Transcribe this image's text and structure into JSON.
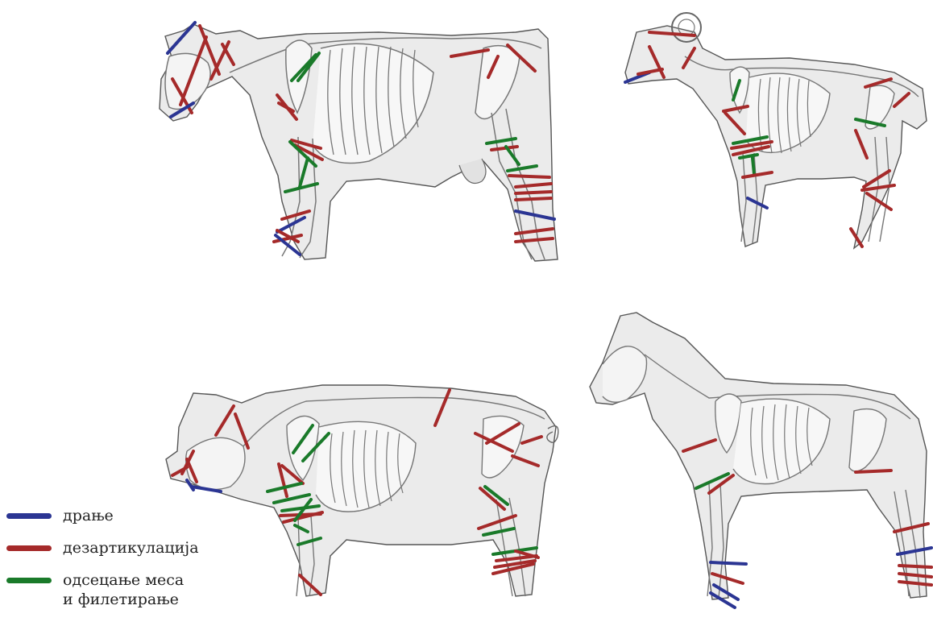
{
  "colors": {
    "skinning": "#2b3593",
    "disarticulation": "#a52a2a",
    "defleshing": "#1a7a2a",
    "silhouette_fill": "#ebebeb",
    "silhouette_stroke": "#555555",
    "bone_stroke": "#666666"
  },
  "legend": {
    "skinning": "драње",
    "disarticulation": "дезартикулација",
    "defleshing_line1": "одсецање меса",
    "defleshing_line2": "и филетирање"
  },
  "animals": [
    "cow-diagram",
    "sheep-diagram",
    "pig-diagram",
    "horse-diagram"
  ]
}
